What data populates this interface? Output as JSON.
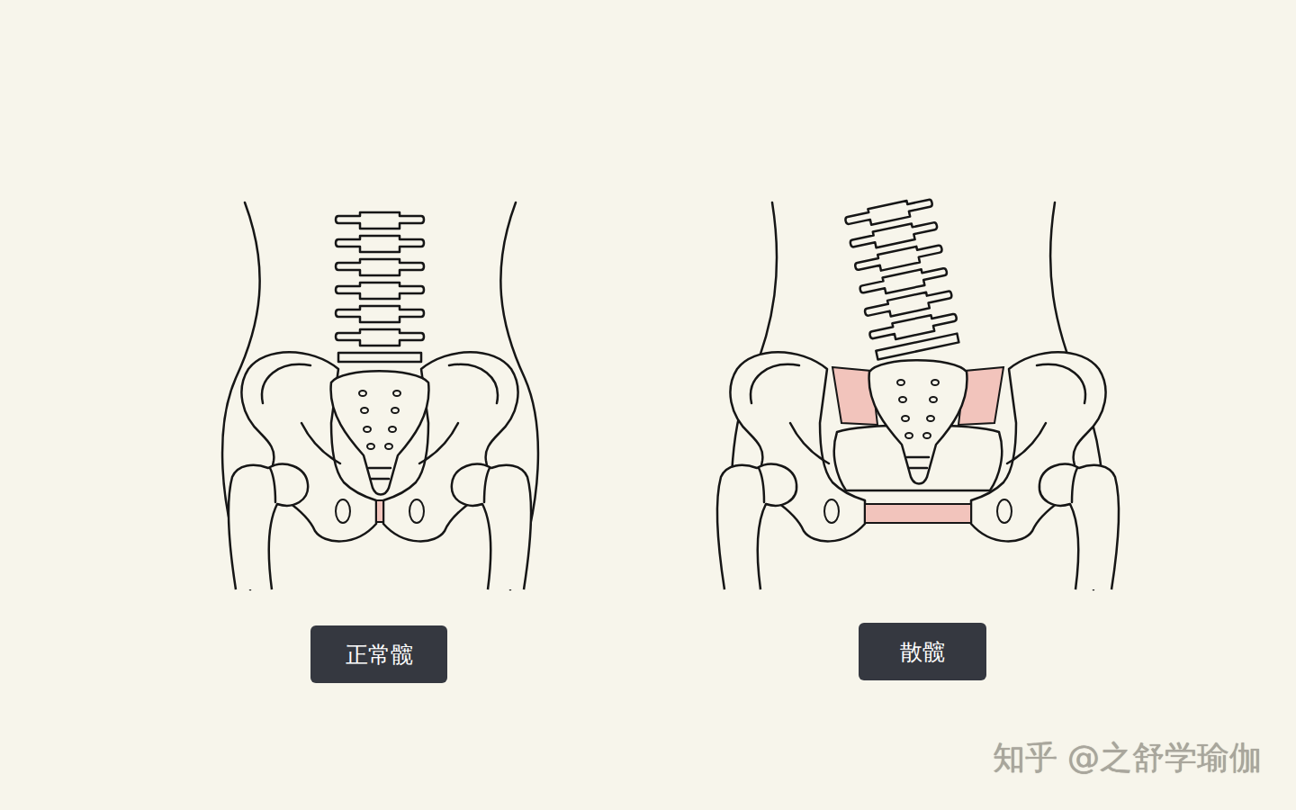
{
  "diagram": {
    "nodes": [
      {
        "text": [
          "正常髋"
        ]
      },
      {
        "text": [
          "散髋"
        ]
      }
    ],
    "labels": [
      "知乎 @之舒学瑜伽"
    ]
  }
}
